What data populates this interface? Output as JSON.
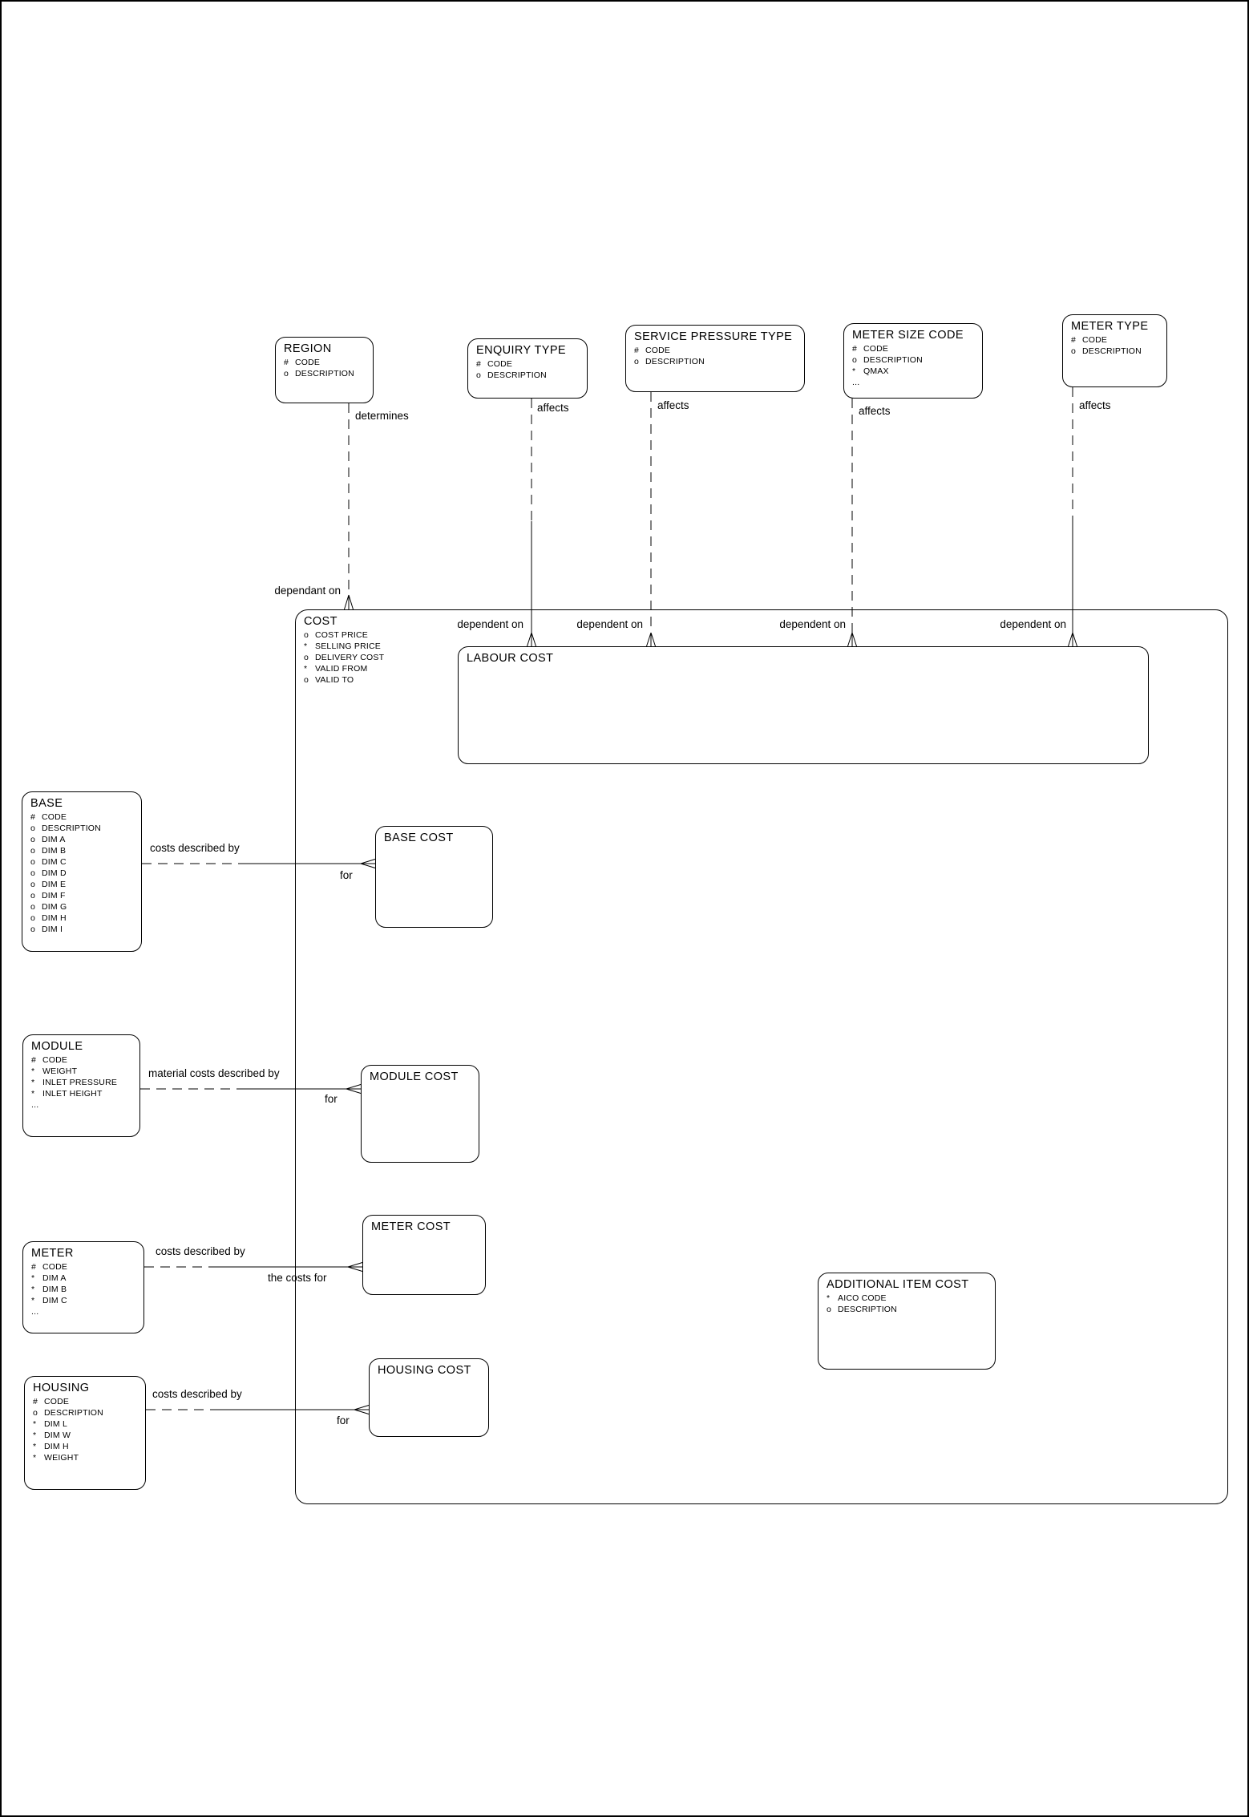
{
  "page": {
    "ink": "#000000",
    "paper": "#ffffff"
  },
  "entities": {
    "region": {
      "title": "REGION",
      "attrs": [
        "# CODE",
        "o DESCRIPTION"
      ]
    },
    "enquiry_type": {
      "title": "ENQUIRY TYPE",
      "attrs": [
        "# CODE",
        "o DESCRIPTION"
      ]
    },
    "service_pressure_type": {
      "title": "SERVICE PRESSURE TYPE",
      "attrs": [
        "# CODE",
        "o DESCRIPTION"
      ]
    },
    "meter_size_code": {
      "title": "METER SIZE CODE",
      "attrs": [
        "# CODE",
        "o DESCRIPTION",
        "* QMAX",
        "..."
      ]
    },
    "meter_type": {
      "title": "METER TYPE",
      "attrs": [
        "# CODE",
        "o DESCRIPTION"
      ]
    },
    "cost": {
      "title": "COST",
      "attrs": [
        "o COST PRICE",
        "* SELLING PRICE",
        "o DELIVERY COST",
        "* VALID FROM",
        "o VALID TO"
      ]
    },
    "labour_cost": {
      "title": "LABOUR COST",
      "attrs": []
    },
    "base": {
      "title": "BASE",
      "attrs": [
        "# CODE",
        "o DESCRIPTION",
        "o DIM A",
        "o DIM B",
        "o DIM C",
        "o DIM D",
        "o DIM E",
        "o DIM F",
        "o DIM G",
        "o DIM H",
        "o DIM I"
      ]
    },
    "base_cost": {
      "title": "BASE COST",
      "attrs": []
    },
    "module": {
      "title": "MODULE",
      "attrs": [
        "# CODE",
        "* WEIGHT",
        "* INLET PRESSURE",
        "* INLET HEIGHT",
        "..."
      ]
    },
    "module_cost": {
      "title": "MODULE COST",
      "attrs": []
    },
    "meter": {
      "title": "METER",
      "attrs": [
        "# CODE",
        "* DIM A",
        "* DIM B",
        "* DIM C",
        "..."
      ]
    },
    "meter_cost": {
      "title": "METER COST",
      "attrs": []
    },
    "housing": {
      "title": "HOUSING",
      "attrs": [
        "# CODE",
        "o DESCRIPTION",
        "* DIM L",
        "* DIM W",
        "* DIM H",
        "* WEIGHT"
      ]
    },
    "housing_cost": {
      "title": "HOUSING COST",
      "attrs": []
    },
    "additional_item_cost": {
      "title": "ADDITIONAL ITEM COST",
      "attrs": [
        "* AICO CODE",
        "o DESCRIPTION"
      ]
    }
  },
  "relationships": {
    "region_cost": {
      "near": "determines",
      "far": "dependant on"
    },
    "enquiry_labour": {
      "near": "affects",
      "far": "dependent on"
    },
    "service_labour": {
      "near": "affects",
      "far": "dependent on"
    },
    "metersize_labour": {
      "near": "affects",
      "far": "dependent on"
    },
    "metertype_labour": {
      "near": "affects",
      "far": "dependent on"
    },
    "base_basecost": {
      "near": "costs described by",
      "far": "for"
    },
    "module_modulecost": {
      "near": "material costs described by",
      "far": "for"
    },
    "meter_metercost": {
      "near": "costs described by",
      "far": "the costs for"
    },
    "housing_housingcost": {
      "near": "costs described by",
      "far": "for"
    }
  }
}
